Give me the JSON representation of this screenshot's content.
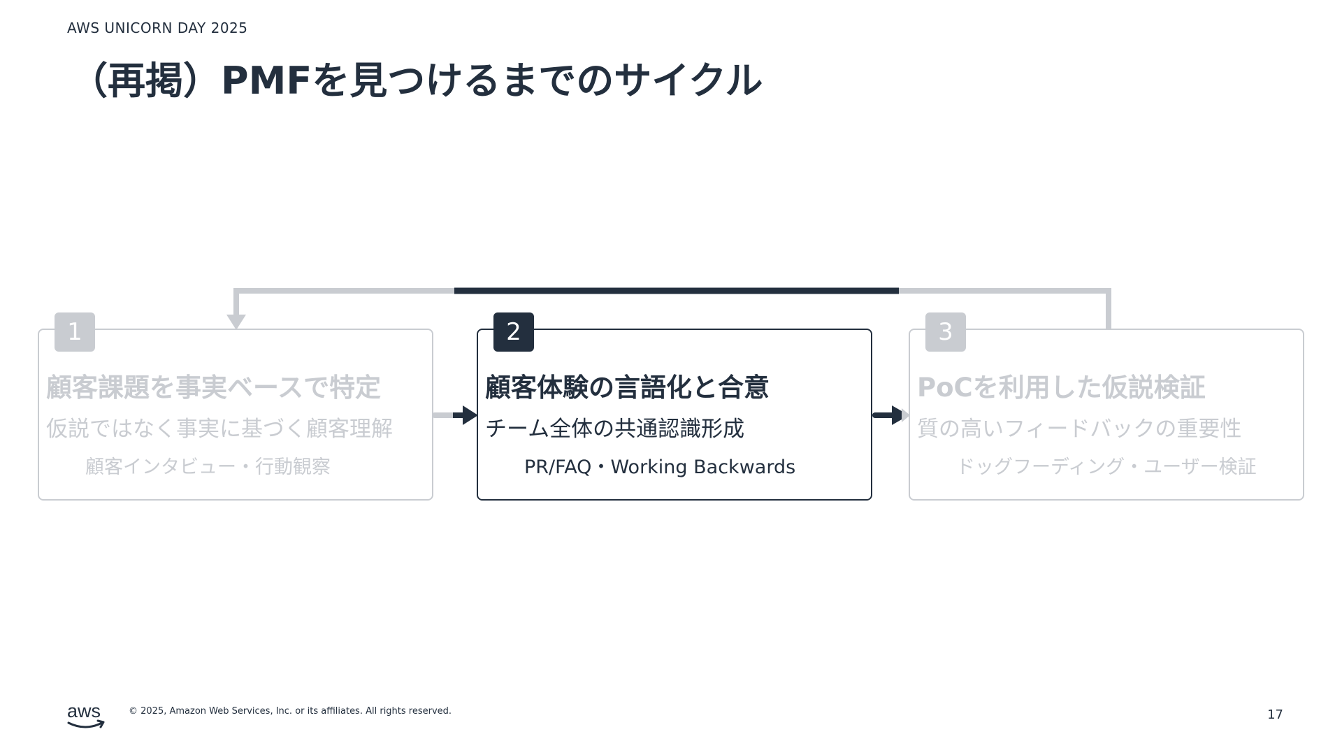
{
  "header": {
    "event": "AWS UNICORN DAY 2025",
    "title": "（再掲）PMFを見つけるまでのサイクル"
  },
  "steps": [
    {
      "number": "1",
      "title": "顧客課題を事実ベースで特定",
      "description": "仮説ではなく事実に基づく顧客理解",
      "method": "顧客インタビュー・行動観察",
      "active": false
    },
    {
      "number": "2",
      "title": "顧客体験の言語化と合意",
      "description": "チーム全体の共通認識形成",
      "method": "PR/FAQ・Working Backwards",
      "active": true
    },
    {
      "number": "3",
      "title": "PoCを利用した仮説検証",
      "description": "質の高いフィードバックの重要性",
      "method": "ドッグフーディング・ユーザー検証",
      "active": false
    }
  ],
  "colors": {
    "active": "#232f3e",
    "inactive": "#c9ccd1"
  },
  "footer": {
    "logo_text": "aws",
    "copyright": "© 2025, Amazon Web Services, Inc. or its affiliates. All rights reserved.",
    "page_number": "17"
  }
}
